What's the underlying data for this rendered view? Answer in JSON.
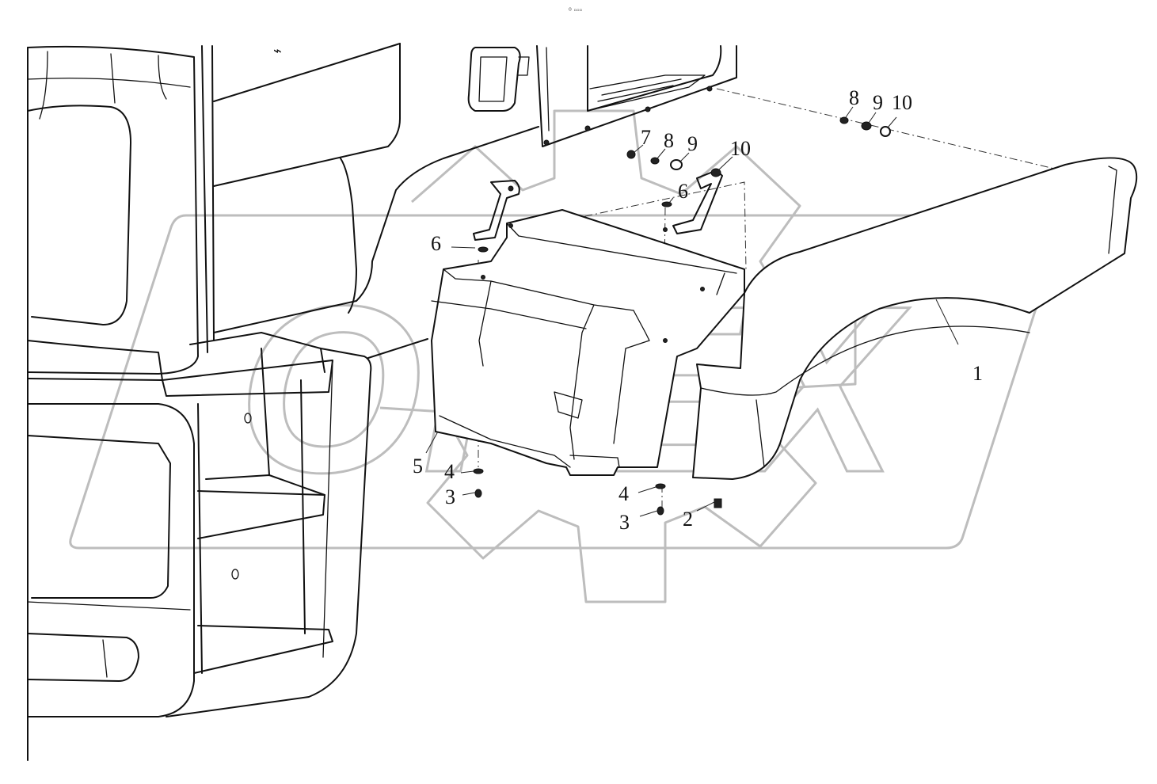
{
  "watermark": "OPEX",
  "header_mark": "ᵒ ▫▫▫",
  "callouts": [
    {
      "id": "c1",
      "label": "1"
    },
    {
      "id": "c2",
      "label": "2"
    },
    {
      "id": "c3a",
      "label": "3"
    },
    {
      "id": "c3b",
      "label": "3"
    },
    {
      "id": "c4a",
      "label": "4"
    },
    {
      "id": "c4b",
      "label": "4"
    },
    {
      "id": "c5",
      "label": "5"
    },
    {
      "id": "c6a",
      "label": "6"
    },
    {
      "id": "c6b",
      "label": "6"
    },
    {
      "id": "c7",
      "label": "7"
    },
    {
      "id": "c8a",
      "label": "8"
    },
    {
      "id": "c8b",
      "label": "8"
    },
    {
      "id": "c9a",
      "label": "9"
    },
    {
      "id": "c9b",
      "label": "9"
    },
    {
      "id": "c10a",
      "label": "10"
    },
    {
      "id": "c10b",
      "label": "10"
    }
  ]
}
